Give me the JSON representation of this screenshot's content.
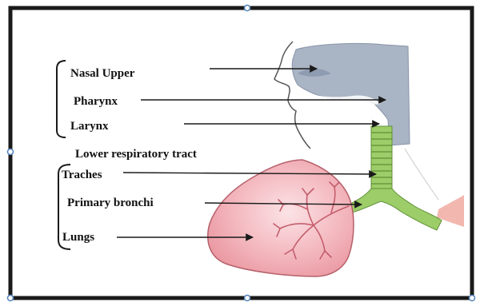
{
  "labels": {
    "nasal_upper": "Nasal Upper",
    "pharynx": "Pharynx",
    "larynx": "Larynx",
    "lower_tract": "Lower respiratory tract",
    "traches": "Traches",
    "primary_bronchi": "Primary bronchi",
    "lungs": "Lungs"
  },
  "colors": {
    "frame": "#1a1a1a",
    "selection_handle": "#4f81bd",
    "airway_upper": "#a9b4c4",
    "trachea": "#9ccd68",
    "lung": "#ee9fa7",
    "lung_edge": "#b5606a",
    "bronchial_tree": "#c45e6c",
    "skin": "#f2b7ae",
    "arrow": "#1a1a1a"
  }
}
